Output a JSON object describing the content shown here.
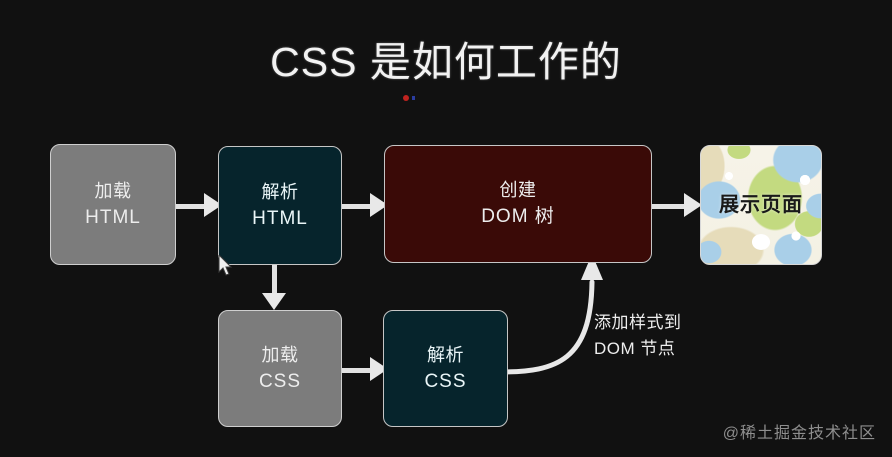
{
  "slide": {
    "title": "CSS 是如何工作的",
    "background_color": "#111111",
    "watermark": "@稀土掘金技术社区"
  },
  "nodes": [
    {
      "id": "load-html",
      "line1": "加载",
      "line2": "HTML",
      "color": "#7c7c7c"
    },
    {
      "id": "parse-html",
      "line1": "解析",
      "line2": "HTML",
      "color": "#06242c"
    },
    {
      "id": "create-dom",
      "line1": "创建",
      "line2": "DOM 树",
      "color": "#3a0a07"
    },
    {
      "id": "show-page",
      "line1": "展示页面",
      "line2": "",
      "color": "#f4f1e4"
    },
    {
      "id": "load-css",
      "line1": "加载",
      "line2": "CSS",
      "color": "#7c7c7c"
    },
    {
      "id": "parse-css",
      "line1": "解析",
      "line2": "CSS",
      "color": "#06242c"
    }
  ],
  "connector_label": {
    "line1": "添加样式到",
    "line2": "DOM 节点"
  },
  "colors": {
    "arrow": "#e2e2e2",
    "node_border": "#c6c6c6",
    "text": "#ededed",
    "accent_dot": "#c0231f"
  }
}
